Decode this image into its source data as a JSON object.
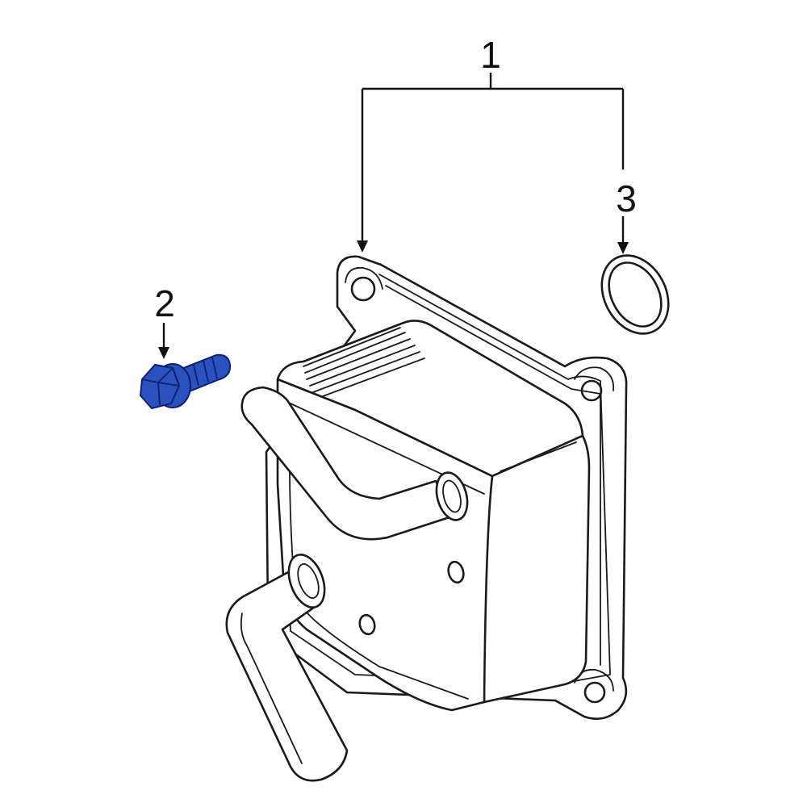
{
  "callouts": {
    "part_1": "1",
    "part_2": "2",
    "part_3": "3"
  },
  "colors": {
    "highlight": "#2a52be",
    "highlight_dark": "#0d1f6e",
    "line": "#1a1a1a",
    "background": "#ffffff"
  }
}
